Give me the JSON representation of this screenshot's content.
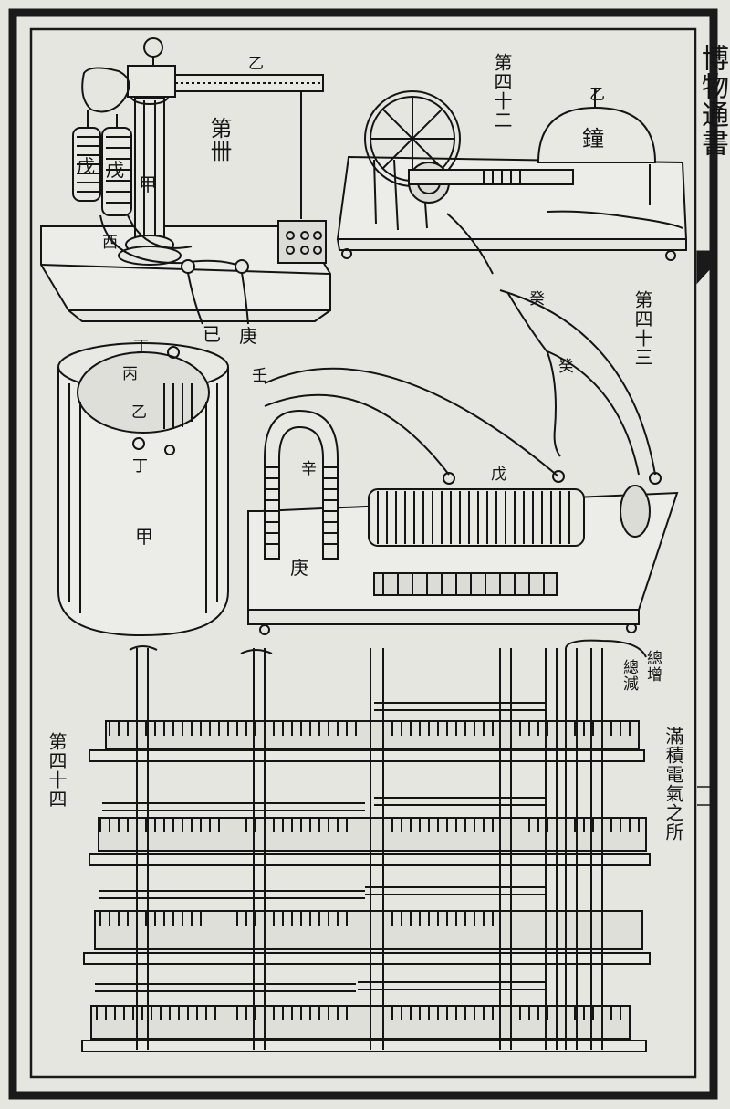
{
  "book_title": "博物通書",
  "figures": {
    "fig40": {
      "number": "第卌",
      "labels": {
        "yi": "乙",
        "wu_a": "戊",
        "wu_b": "戊",
        "jia": "甲",
        "xi": "西",
        "ji": "已",
        "geng": "庚"
      }
    },
    "fig42": {
      "number": "第四十二",
      "labels": {
        "bell": "鐘",
        "bell_mark": "乙"
      }
    },
    "fig43": {
      "number": "第四十三",
      "labels": {
        "gui_a": "癸",
        "gui_b": "癸",
        "ren": "壬",
        "wu": "戊",
        "xin": "辛",
        "geng": "庚",
        "bing": "丙",
        "yi": "乙",
        "ding_a": "丁",
        "ding_b": "丁",
        "jia": "甲"
      }
    },
    "fig44": {
      "number": "第四十四",
      "labels": {
        "total_increase": "總增",
        "total_decrease": "總減",
        "caption": "滿積電氣之所"
      }
    }
  },
  "colors": {
    "paper": "#e6e6e1",
    "ink": "#141414",
    "border": "#1a1a1a"
  }
}
